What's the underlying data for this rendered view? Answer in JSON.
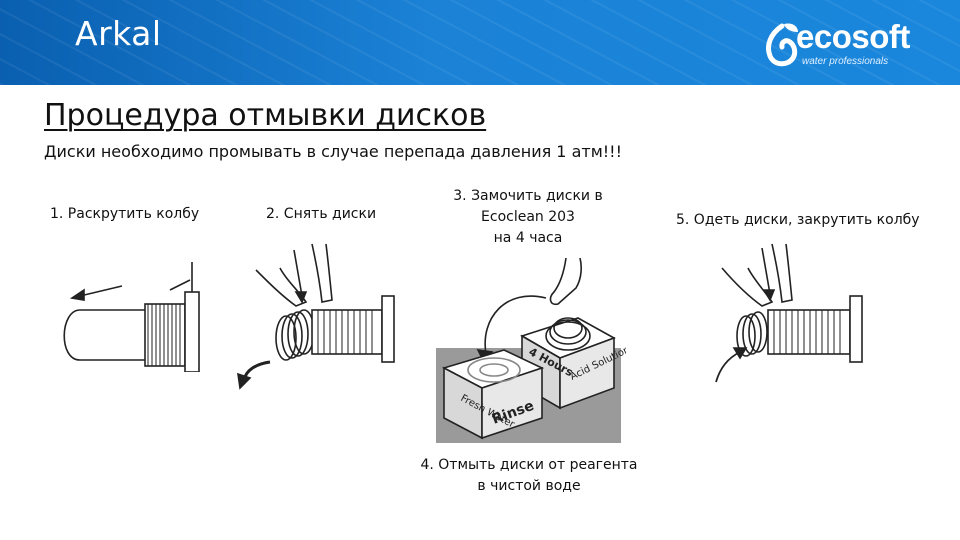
{
  "header": {
    "brand_left": "Arkal",
    "logo_text": "ecosoft",
    "logo_tagline": "water professionals"
  },
  "title": "Процедура отмывки дисков",
  "subtitle": "Диски необходимо промывать в случае перепада давления 1 атм!!!",
  "steps": [
    {
      "caption": "1. Раскрутить колбу"
    },
    {
      "caption": "2. Снять диски"
    },
    {
      "caption_line1": "3. Замочить диски в",
      "caption_line2": "Ecoclean 203",
      "caption_line3": "на 4 часа"
    },
    {
      "caption_line1": "4. Отмыть диски от реагента",
      "caption_line2": "в чистой воде"
    },
    {
      "caption": "5. Одеть диски, закрутить колбу"
    }
  ],
  "tub_labels": {
    "left_tub_side": "Rinse",
    "left_tub_top": "Fresh Water",
    "right_tub_side": "4 Hours",
    "right_tub_top": "Acid Solution"
  },
  "colors": {
    "header_blue": "#1577c9",
    "text": "#111111"
  }
}
